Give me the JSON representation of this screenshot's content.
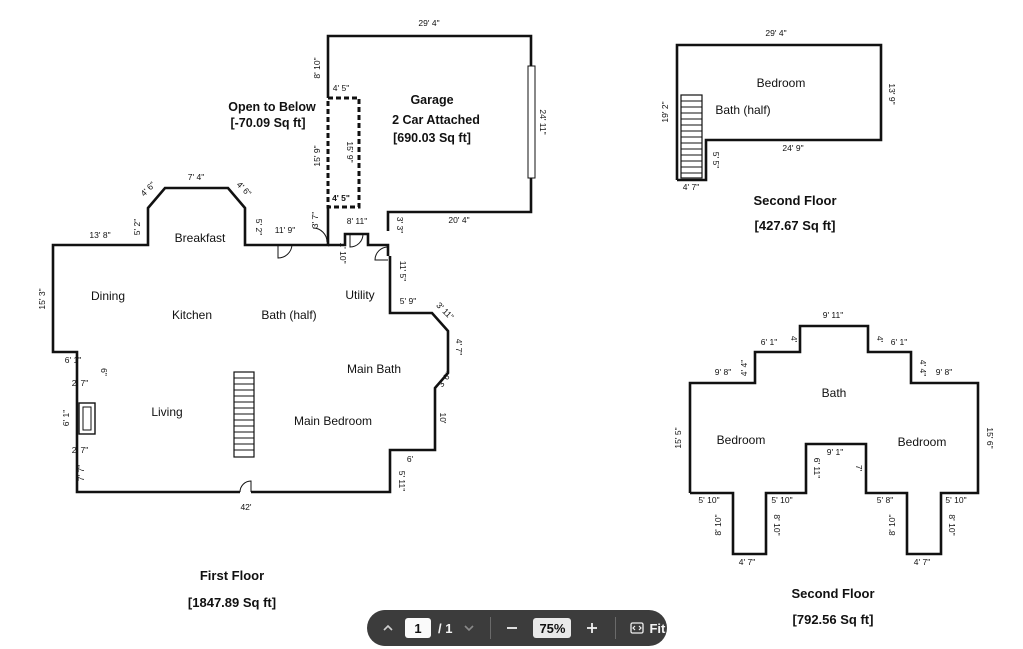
{
  "first_floor": {
    "title": "First Floor",
    "area": "[1847.89 Sq ft]",
    "rooms": {
      "breakfast": "Breakfast",
      "dining": "Dining",
      "kitchen": "Kitchen",
      "bath_half": "Bath (half)",
      "utility": "Utility",
      "main_bath": "Main Bath",
      "living": "Living",
      "main_bedroom": "Main Bedroom"
    },
    "open_to_below": {
      "label": "Open to Below",
      "area": "[-70.09 Sq ft]"
    },
    "garage": {
      "name": "Garage",
      "type": "2 Car Attached",
      "area": "[690.03 Sq ft]"
    },
    "dims": {
      "garage_top": "29' 4\"",
      "garage_left": "8' 10\"",
      "garage_right": "24' 11\"",
      "garage_bottom": "20' 4\"",
      "otb_top": "4' 5\"",
      "otb_left": "15' 9\"",
      "otb_inner": "15' 9\"",
      "otb_bottom": "4' 5\"",
      "breakfast_top": "7' 4\"",
      "breakfast_diag_left": "4' 6\"",
      "breakfast_diag_right": "4' 6\"",
      "breakfast_side_left": "5' 2\"",
      "breakfast_side_right": "5' 2\"",
      "dining_top": "13' 8\"",
      "left_wall": "15' 3\"",
      "bath_top": "11' 9\"",
      "vestibule_left": "3' 7\"",
      "vestibule_top": "8' 11\"",
      "vestibule_small": "1' 10\"",
      "utility_wall": "3' 3\"",
      "utility_right": "11' 5\"",
      "utility_bottom": "5' 9\"",
      "bay_diag_top": "3' 11\"",
      "bay_right": "4' 7\"",
      "bay_diag_bottom": "3' 6\"",
      "bedroom_right": "10'",
      "bedroom_step": "6'",
      "bedroom_bottom_right": "5' 11\"",
      "bottom_wall": "42'",
      "fp_top": "6' 1\"",
      "fp_small": "6\"",
      "fp_wall1": "2' 7\"",
      "fp_width": "6' 1\"",
      "fp_wall2": "2' 7\"",
      "left_lower": "7' 7\""
    }
  },
  "second_floor_a": {
    "title": "Second Floor",
    "area": "[427.67 Sq ft]",
    "rooms": {
      "bedroom": "Bedroom",
      "bath_half": "Bath (half)"
    },
    "dims": {
      "top": "29' 4\"",
      "right": "13' 9\"",
      "left": "19' 2\"",
      "bottom": "24' 9\"",
      "step": "5' 5\"",
      "bottom_left": "4' 7\""
    }
  },
  "second_floor_b": {
    "title": "Second Floor",
    "area": "[792.56 Sq ft]",
    "rooms": {
      "bath": "Bath",
      "bedroom_left": "Bedroom",
      "bedroom_right": "Bedroom"
    },
    "dims": {
      "top": "9' 11\"",
      "step_left": "6' 1\"",
      "step_right": "6' 1\"",
      "step_left_v": "4'",
      "step_right_v": "4'",
      "mid_left_v": "4' 4\"",
      "mid_right_v": "4' 4\"",
      "outer_left": "9' 8\"",
      "outer_right": "9' 8\"",
      "left": "15' 5\"",
      "right": "15' 6\"",
      "notch_top": "9' 1\"",
      "notch_left": "6' 11\"",
      "notch_right": "7'",
      "bottom_ll": "5' 10\"",
      "bottom_lr": "5' 10\"",
      "bottom_rl": "5' 8\"",
      "bottom_rr": "5' 10\"",
      "leg_l1": "8' 10\"",
      "leg_l2": "8' 10\"",
      "leg_r1": "8' 10\"",
      "leg_r2": "8' 10\"",
      "leg_l_bottom": "4' 7\"",
      "leg_r_bottom": "4' 7\""
    }
  },
  "toolbar": {
    "page_current": "1",
    "page_total": "/ 1",
    "zoom": "75%",
    "fit_label": "Fit",
    "icons": [
      "chevron-up-icon",
      "chevron-down-icon",
      "minus-icon",
      "plus-icon",
      "fit-icon"
    ]
  }
}
